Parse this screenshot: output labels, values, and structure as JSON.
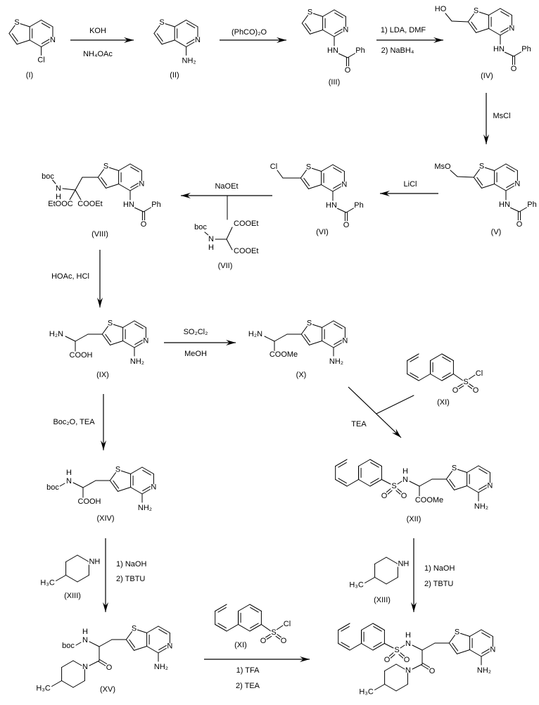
{
  "atoms": {
    "S": "S",
    "N": "N",
    "O": "O",
    "H": "H",
    "Cl": "Cl"
  },
  "groups": {
    "NH2": "NH₂",
    "HN": "HN",
    "Ph": "Ph",
    "HO": "HO",
    "MsO": "MsO",
    "boc": "boc",
    "EtOOC": "EtOOC",
    "COOEt": "COOEt",
    "H2N": "H₂N",
    "COOH": "COOH",
    "COOMe": "COOMe",
    "NH": "NH",
    "H3C": "H₃C"
  },
  "labels": {
    "I": "(I)",
    "II": "(II)",
    "III": "(III)",
    "IV": "(IV)",
    "V": "(V)",
    "VI": "(VI)",
    "VII": "(VII)",
    "VIII": "(VIII)",
    "IX": "(IX)",
    "X": "(X)",
    "XI": "(XI)",
    "XI_b": "(XI)",
    "XII": "(XII)",
    "XIII": "(XIII)",
    "XIII_b": "(XIII)",
    "XIV": "(XIV)",
    "XV": "(XV)"
  },
  "reagents": {
    "koh": "KOH",
    "nh4oac": "NH₄OAc",
    "phco2o": "(PhCO)₂O",
    "lda": "1) LDA, DMF",
    "nabh4": "2) NaBH₄",
    "mscl": "MsCl",
    "licl": "LiCl",
    "naoet": "NaOEt",
    "hoac": "HOAc, HCl",
    "so2cl2": "SO₂Cl₂",
    "meoh": "MeOH",
    "boc2o": "Boc₂O, TEA",
    "tea": "TEA",
    "naoh_l": "1) NaOH",
    "tbtu_l": "2) TBTU",
    "naoh_r": "1) NaOH",
    "tbtu_r": "2) TBTU",
    "tfa": "1) TFA",
    "tea2": "2) TEA"
  }
}
